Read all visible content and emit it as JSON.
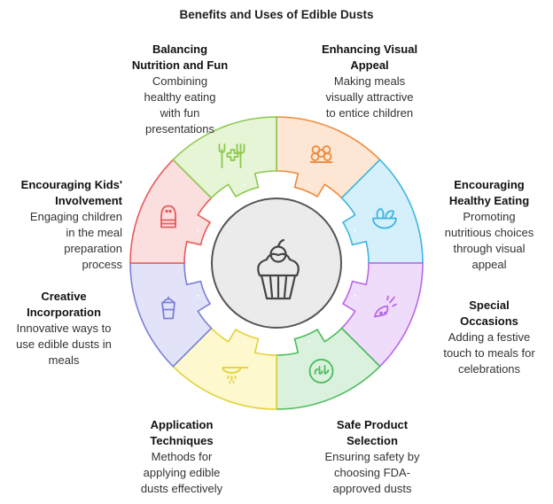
{
  "title": "Benefits and Uses of Edible Dusts",
  "segments": [
    {
      "id": "visual",
      "title_lines": [
        "Enhancing Visual",
        "Appeal"
      ],
      "desc_lines": [
        "Making meals",
        "visually attractive",
        "to entice children"
      ],
      "fill": "#fde6d4",
      "stroke": "#ee8a3c",
      "icon": "flower-plate-icon"
    },
    {
      "id": "healthy",
      "title_lines": [
        "Encouraging",
        "Healthy Eating"
      ],
      "desc_lines": [
        "Promoting",
        "nutritious choices",
        "through visual",
        "appeal"
      ],
      "fill": "#d5f0fa",
      "stroke": "#3db5e0",
      "icon": "salad-bowl-icon"
    },
    {
      "id": "special",
      "title_lines": [
        "Special",
        "Occasions"
      ],
      "desc_lines": [
        "Adding a festive",
        "touch to meals for",
        "celebrations"
      ],
      "fill": "#efdcfb",
      "stroke": "#b768e8",
      "icon": "party-popper-icon"
    },
    {
      "id": "safe",
      "title_lines": [
        "Safe Product",
        "Selection"
      ],
      "desc_lines": [
        "Ensuring safety by",
        "choosing FDA-",
        "approved dusts"
      ],
      "fill": "#daf2dd",
      "stroke": "#4cbb5e",
      "icon": "halal-stamp-icon"
    },
    {
      "id": "application",
      "title_lines": [
        "Application",
        "Techniques"
      ],
      "desc_lines": [
        "Methods for",
        "applying edible",
        "dusts effectively"
      ],
      "fill": "#fdf8cd",
      "stroke": "#e2d23a",
      "icon": "sieve-dusting-icon"
    },
    {
      "id": "creative",
      "title_lines": [
        "Creative",
        "Incorporation"
      ],
      "desc_lines": [
        "Innovative ways to",
        "use edible dusts in",
        "meals"
      ],
      "fill": "#e2e3f8",
      "stroke": "#7b7fd8",
      "icon": "shaker-icon"
    },
    {
      "id": "kids",
      "title_lines": [
        "Encouraging Kids'",
        "Involvement"
      ],
      "desc_lines": [
        "Engaging children",
        "in the meal",
        "preparation",
        "process"
      ],
      "fill": "#fbdede",
      "stroke": "#e95a5a",
      "icon": "salt-shaker-icon"
    },
    {
      "id": "nutrition",
      "title_lines": [
        "Balancing",
        "Nutrition and Fun"
      ],
      "desc_lines": [
        "Combining",
        "healthy eating",
        "with fun",
        "presentations"
      ],
      "fill": "#e6f5d6",
      "stroke": "#8dc94f",
      "icon": "health-utensils-icon"
    }
  ],
  "center": {
    "icon": "cupcake-icon",
    "fill": "#ebebeb",
    "stroke": "#555555"
  }
}
